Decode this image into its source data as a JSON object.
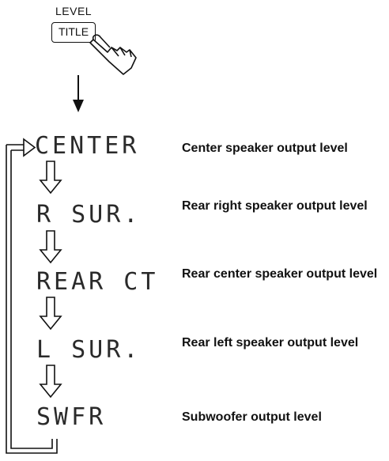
{
  "remote": {
    "level_label": "LEVEL",
    "title_button_label": "TITLE"
  },
  "icons": {
    "pressing_hand": "pointing-hand-icon",
    "down_arrow": "down-arrow-icon",
    "loop_arrow": "loop-arrow-icon",
    "outline_down_arrow": "outline-down-arrow-icon"
  },
  "sequence": [
    {
      "display": "CENTER",
      "description": "Center speaker output level"
    },
    {
      "display": "R SUR.",
      "description": "Rear right speaker output level"
    },
    {
      "display": "REAR CT",
      "description": "Rear center speaker output level"
    },
    {
      "display": "L SUR.",
      "description": "Rear left speaker output level"
    },
    {
      "display": "SWFR",
      "description": "Subwoofer output level"
    }
  ]
}
